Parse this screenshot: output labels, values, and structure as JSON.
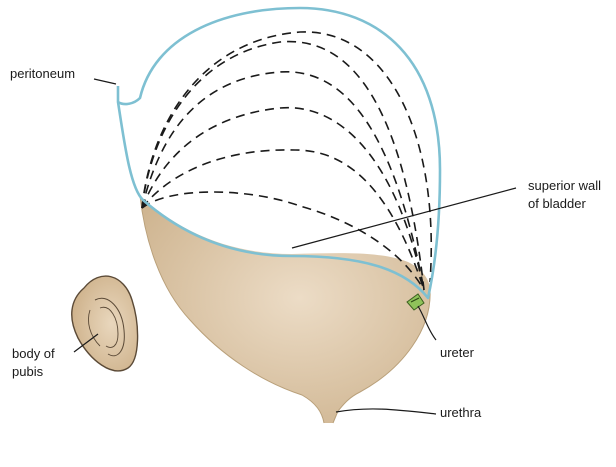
{
  "labels": {
    "peritoneum": "peritoneum",
    "superior_wall": [
      "superior wall",
      "of bladder"
    ],
    "body_of_pubis": [
      "body of",
      "pubis"
    ],
    "ureter": "ureter",
    "urethra": "urethra"
  },
  "colors": {
    "peritoneum": "#7ec0d2",
    "bladder_fill": "#cfb591",
    "bladder_fill_light": "#ecdcc6",
    "dashed": "#1a1a1a",
    "pubis_fill": "#d6bc99",
    "ureter": "#7bb24a",
    "leader": "#1a1a1a"
  }
}
